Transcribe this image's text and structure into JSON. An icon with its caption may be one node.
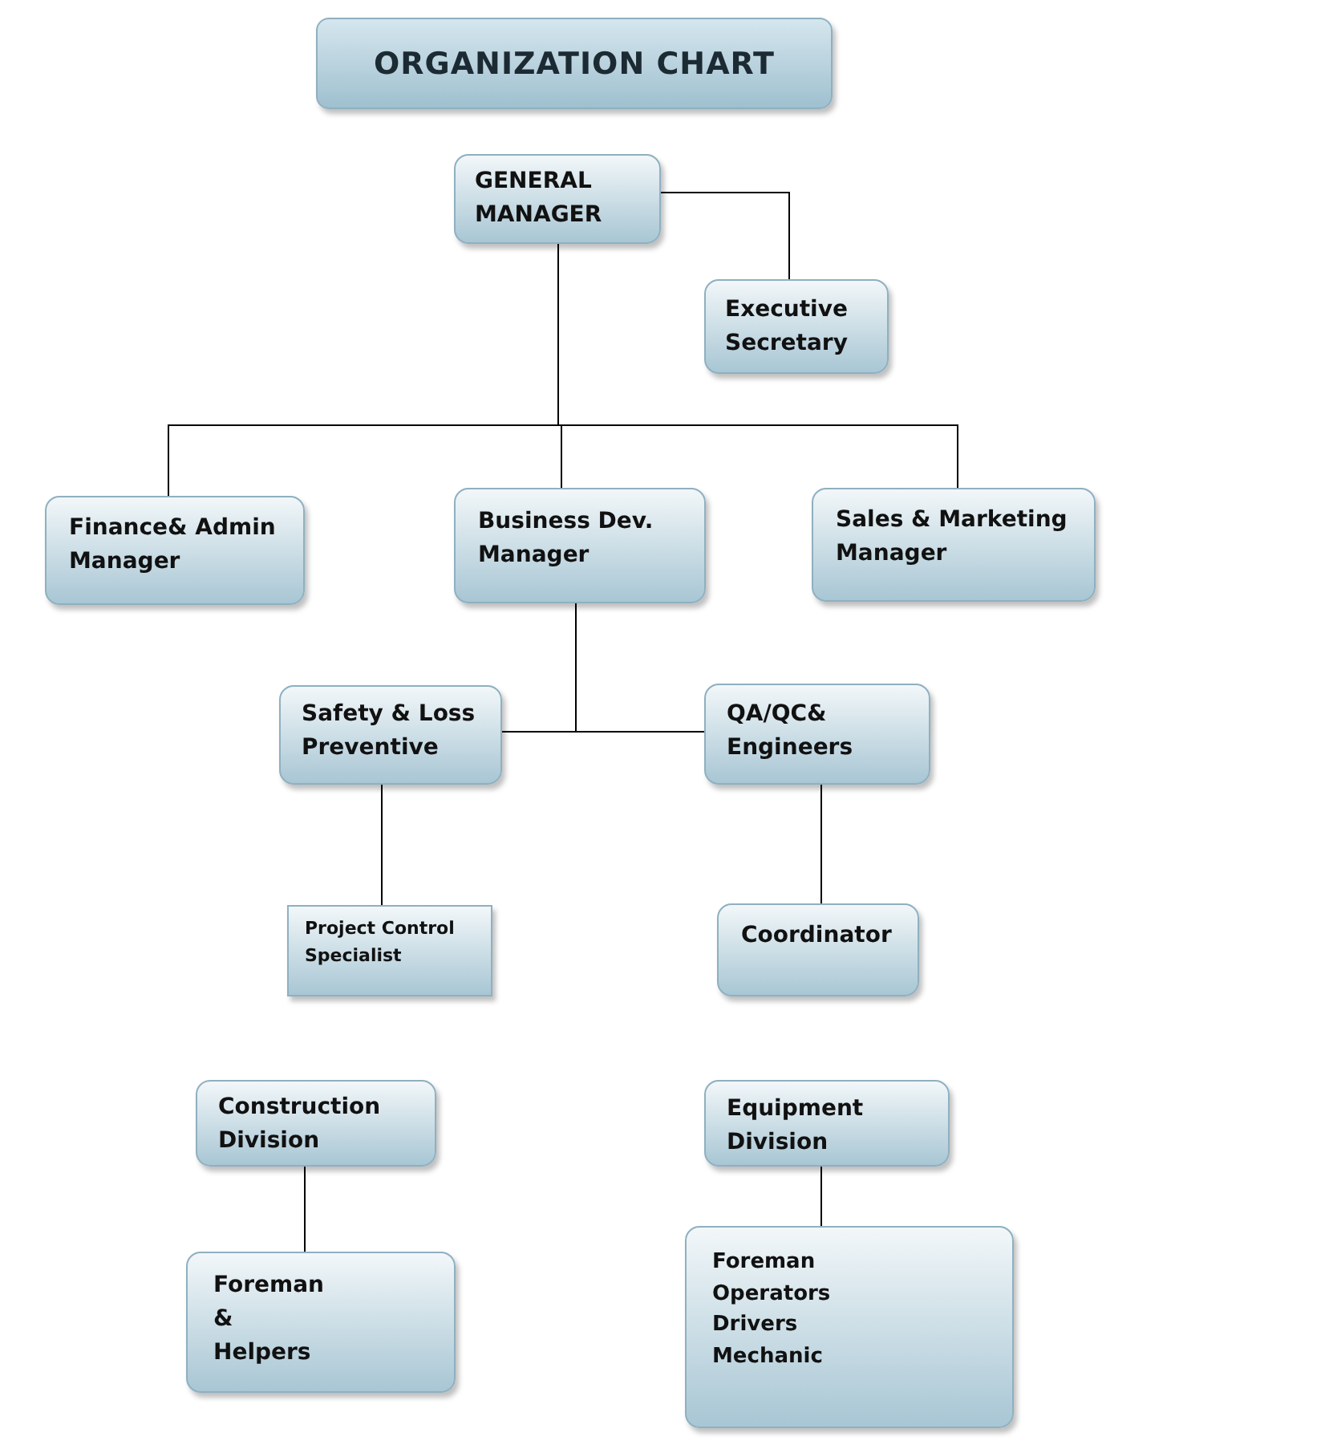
{
  "diagram": {
    "title": "ORGANIZATION CHART",
    "nodes": [
      {
        "text": [
          "GENERAL MANAGER"
        ]
      },
      {
        "text": [
          "Executive Secretary"
        ]
      },
      {
        "text": [
          "Finance& Admin Manager"
        ]
      },
      {
        "text": [
          "Business Dev. Manager"
        ]
      },
      {
        "text": [
          "Sales & Marketing Manager"
        ]
      },
      {
        "text": [
          "Safety & Loss Preventive"
        ]
      },
      {
        "text": [
          "QA/QC& Engineers"
        ]
      },
      {
        "text": [
          "Project Control Specialist"
        ]
      },
      {
        "text": [
          "Coordinator"
        ]
      },
      {
        "text": [
          "Construction Division"
        ]
      },
      {
        "text": [
          "Foreman & Helpers"
        ]
      },
      {
        "text": [
          "Equipment Division"
        ]
      },
      {
        "text": [
          "Foreman Operators Drivers Mechanic"
        ]
      }
    ],
    "edges": [
      {
        "from": 0,
        "to": 1,
        "arrow": "none"
      },
      {
        "from": 0,
        "to": 2,
        "arrow": "none"
      },
      {
        "from": 0,
        "to": 3,
        "arrow": "none"
      },
      {
        "from": 0,
        "to": 4,
        "arrow": "none"
      },
      {
        "from": 3,
        "to": 5,
        "arrow": "none"
      },
      {
        "from": 3,
        "to": 6,
        "arrow": "none"
      },
      {
        "from": 5,
        "to": 7,
        "arrow": "none"
      },
      {
        "from": 6,
        "to": 8,
        "arrow": "none"
      },
      {
        "from": 9,
        "to": 10,
        "arrow": "none"
      },
      {
        "from": 11,
        "to": 12,
        "arrow": "none"
      }
    ]
  }
}
